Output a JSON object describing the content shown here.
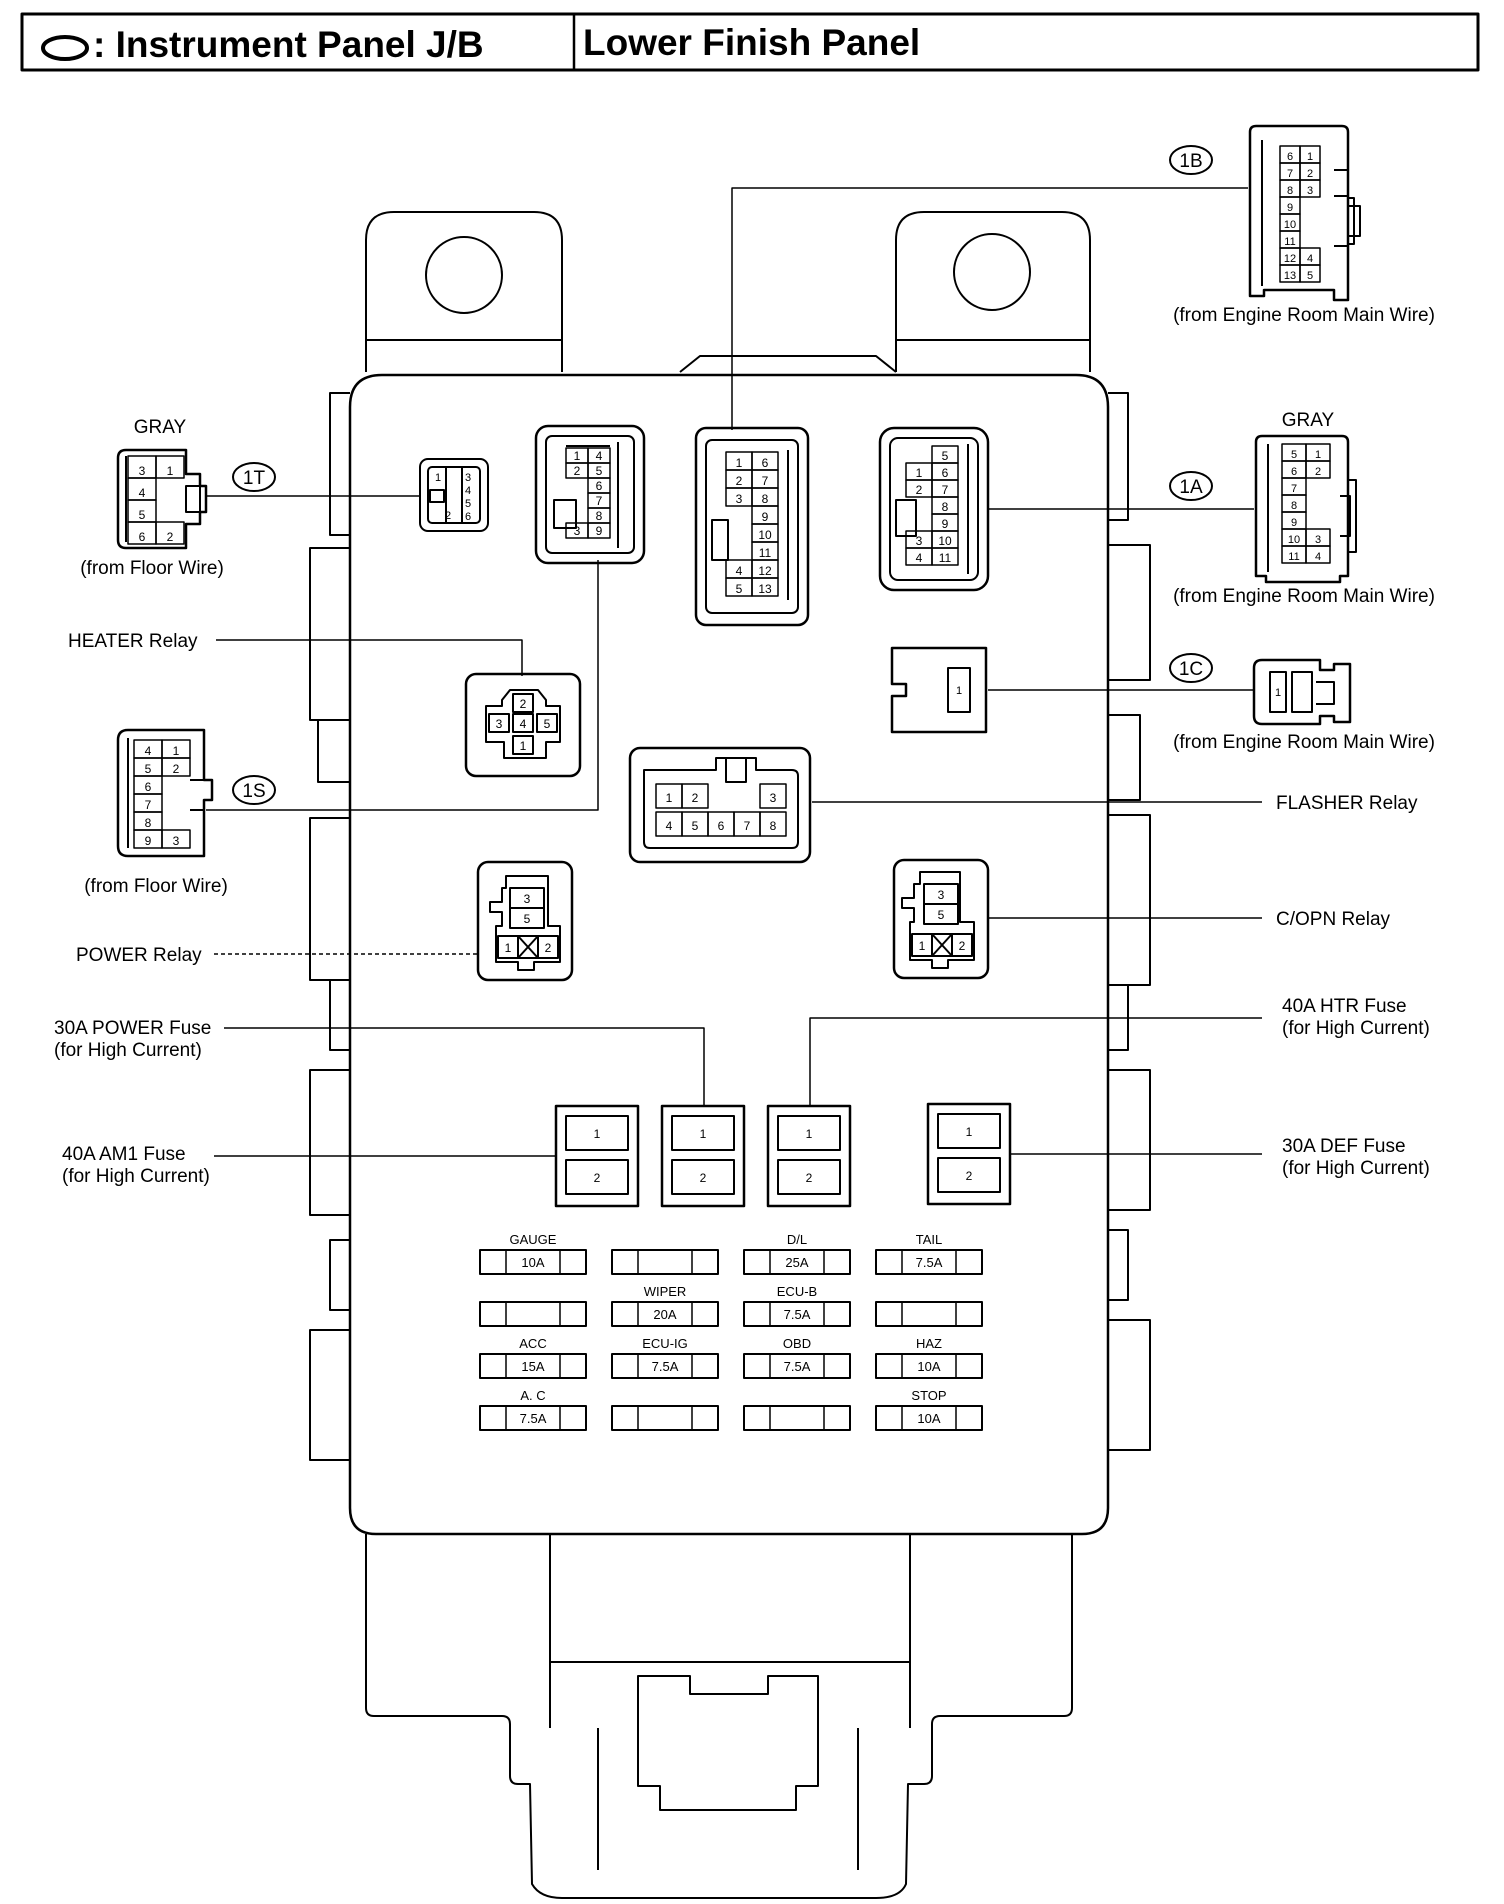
{
  "header": {
    "title_left": ": Instrument Panel J/B",
    "title_right": "Lower Finish Panel"
  },
  "connectors": {
    "1B": {
      "id": "1B",
      "source": "(from Engine Room Main Wire)",
      "pins_left": [
        "6",
        "7",
        "8",
        "9",
        "10",
        "11",
        "12",
        "13"
      ],
      "pins_right": [
        "1",
        "2",
        "3",
        "",
        "",
        "",
        "4",
        "5"
      ]
    },
    "1A": {
      "id": "1A",
      "color": "GRAY",
      "source": "(from Engine Room Main Wire)",
      "pins_left": [
        "5",
        "6",
        "7",
        "8",
        "9",
        "10",
        "11"
      ],
      "pins_right": [
        "1",
        "2",
        "",
        "",
        "",
        "3",
        "4"
      ]
    },
    "1C": {
      "id": "1C",
      "source": "(from Engine Room Main Wire)",
      "pin": "1"
    },
    "1T": {
      "id": "1T",
      "color": "GRAY",
      "source": "(from Floor Wire)",
      "pins_left": [
        "3",
        "4",
        "5",
        "6"
      ],
      "pins_right": [
        "1",
        "",
        "",
        "2"
      ]
    },
    "1S": {
      "id": "1S",
      "source": "(from Floor Wire)",
      "pins_left": [
        "4",
        "5",
        "6",
        "7",
        "8",
        "9"
      ],
      "pins_right": [
        "1",
        "2",
        "",
        "",
        "",
        "3"
      ]
    }
  },
  "jb_connectors": {
    "t1": {
      "left": [
        "1",
        "2"
      ],
      "right": [
        "3",
        "4",
        "5",
        "6"
      ]
    },
    "s1": {
      "rows": [
        [
          "1",
          "4"
        ],
        [
          "2",
          "5"
        ],
        [
          "",
          "6"
        ],
        [
          "",
          "7"
        ],
        [
          "",
          "8"
        ],
        [
          "3",
          "9"
        ]
      ]
    },
    "b1": {
      "rows": [
        [
          "1",
          "6"
        ],
        [
          "2",
          "7"
        ],
        [
          "3",
          "8"
        ],
        [
          "",
          "9"
        ],
        [
          "",
          "10"
        ],
        [
          "",
          "11"
        ],
        [
          "4",
          "12"
        ],
        [
          "5",
          "13"
        ]
      ]
    },
    "a1": {
      "rows": [
        [
          "",
          "5"
        ],
        [
          "1",
          "6"
        ],
        [
          "2",
          "7"
        ],
        [
          "",
          "8"
        ],
        [
          "",
          "9"
        ],
        [
          "3",
          "10"
        ],
        [
          "4",
          "11"
        ]
      ]
    },
    "c1": {
      "pin": "1"
    }
  },
  "relays": {
    "heater": {
      "label": "HEATER Relay",
      "pins": [
        "2",
        "3",
        "4",
        "5",
        "1"
      ]
    },
    "flasher": {
      "label": "FLASHER Relay",
      "top": [
        "1",
        "2",
        "3"
      ],
      "bottom": [
        "4",
        "5",
        "6",
        "7",
        "8"
      ]
    },
    "power": {
      "label": "POWER Relay",
      "pins": [
        "3",
        "5",
        "1",
        "2"
      ]
    },
    "copn": {
      "label": "C/OPN Relay",
      "pins": [
        "3",
        "5",
        "1",
        "2"
      ]
    }
  },
  "big_fuses": {
    "am1": {
      "label1": "40A AM1 Fuse",
      "label2": "(for High Current)",
      "pins": [
        "1",
        "2"
      ]
    },
    "power": {
      "label1": "30A POWER Fuse",
      "label2": "(for High Current)",
      "pins": [
        "1",
        "2"
      ]
    },
    "htr": {
      "label1": "40A HTR Fuse",
      "label2": "(for High Current)",
      "pins": [
        "1",
        "2"
      ]
    },
    "def": {
      "label1": "30A DEF Fuse",
      "label2": "(for High Current)",
      "pins": [
        "1",
        "2"
      ]
    }
  },
  "fuses": [
    {
      "name": "GAUGE",
      "amp": "10A"
    },
    {
      "name": "",
      "amp": ""
    },
    {
      "name": "D/L",
      "amp": "25A"
    },
    {
      "name": "TAIL",
      "amp": "7.5A"
    },
    {
      "name": "",
      "amp": ""
    },
    {
      "name": "WIPER",
      "amp": "20A"
    },
    {
      "name": "ECU-B",
      "amp": "7.5A"
    },
    {
      "name": "",
      "amp": ""
    },
    {
      "name": "ACC",
      "amp": "15A"
    },
    {
      "name": "ECU-IG",
      "amp": "7.5A"
    },
    {
      "name": "OBD",
      "amp": "7.5A"
    },
    {
      "name": "HAZ",
      "amp": "10A"
    },
    {
      "name": "A. C",
      "amp": "7.5A"
    },
    {
      "name": "",
      "amp": ""
    },
    {
      "name": "",
      "amp": ""
    },
    {
      "name": "STOP",
      "amp": "10A"
    }
  ]
}
